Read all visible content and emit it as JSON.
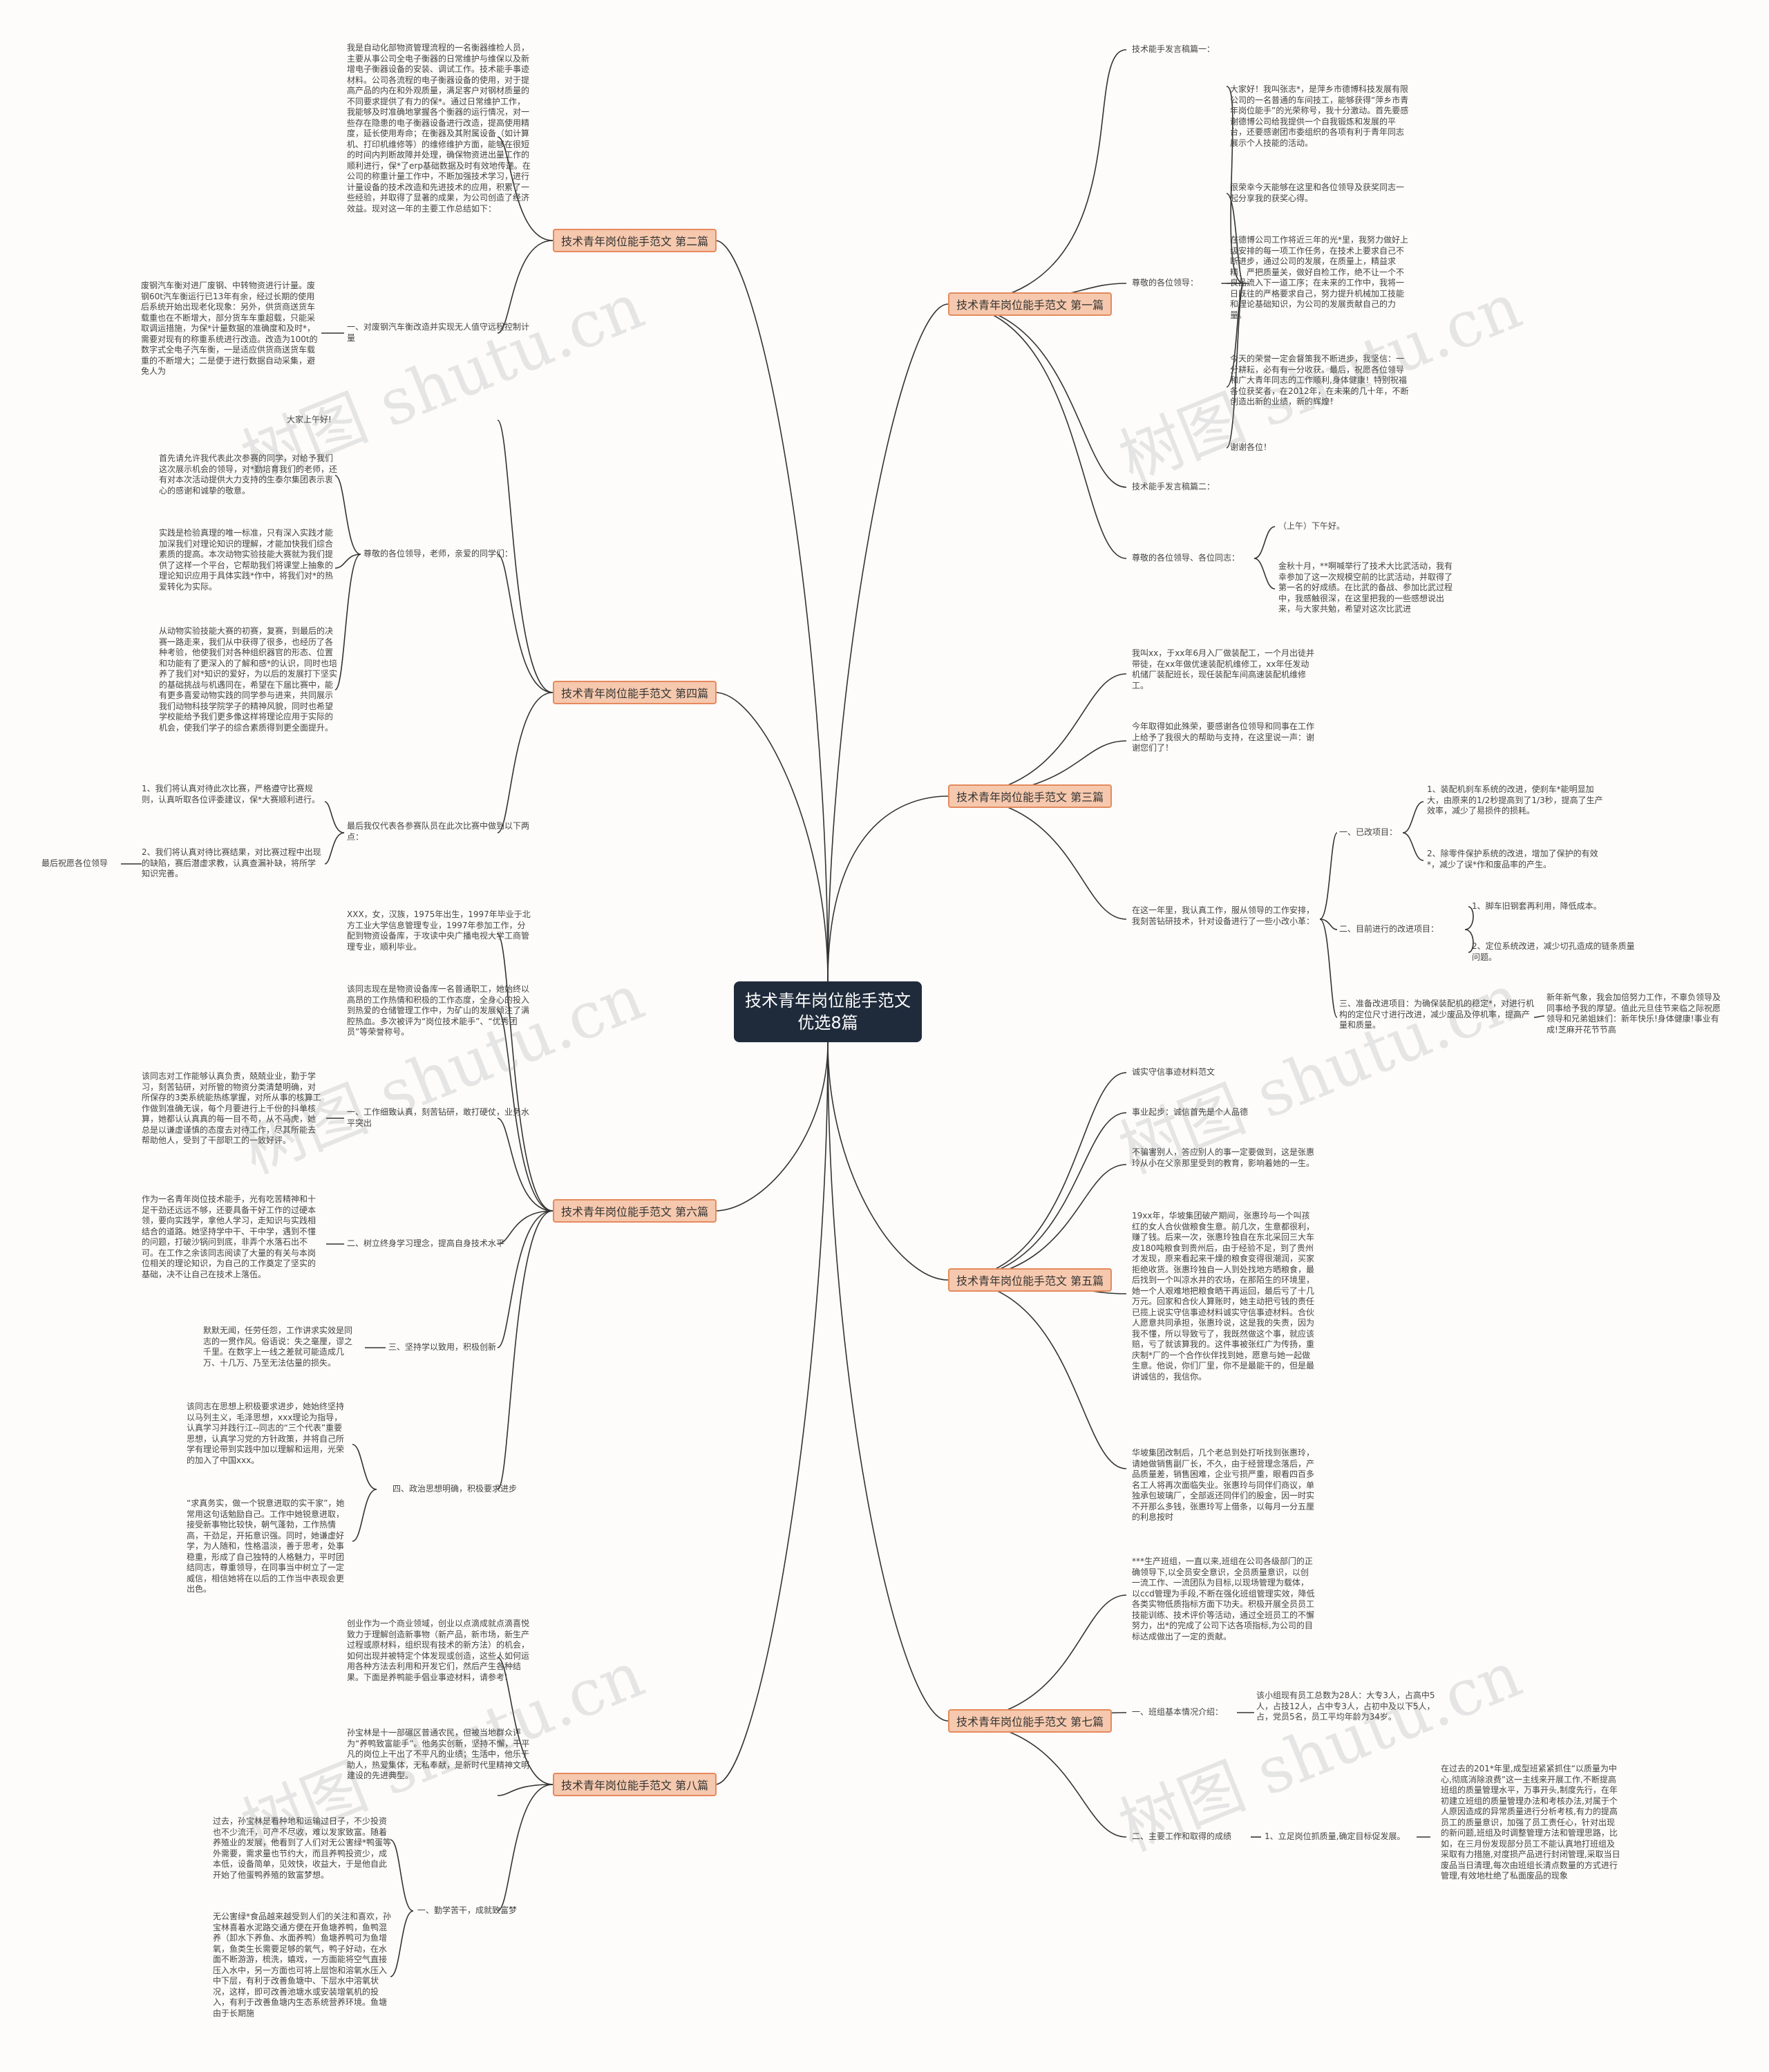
{
  "root": "技术青年岗位能手范文优选8篇",
  "watermark": "树图 shutu.cn",
  "colors": {
    "root_bg": "#1f2a3a",
    "branch_bg": "#f6c9ae",
    "branch_border": "#e58a5c",
    "line": "#333333"
  },
  "branches": {
    "b1": "技术青年岗位能手范文 第一篇",
    "b2": "技术青年岗位能手范文 第二篇",
    "b3": "技术青年岗位能手范文 第三篇",
    "b4": "技术青年岗位能手范文 第四篇",
    "b5": "技术青年岗位能手范文 第五篇",
    "b6": "技术青年岗位能手范文 第六篇",
    "b7": "技术青年岗位能手范文 第七篇",
    "b8": "技术青年岗位能手范文 第八篇"
  },
  "n1": {
    "a": "技术能手发言稿篇一：",
    "b": "尊敬的各位领导：",
    "b1": "大家好！我叫张志*，是萍乡市德博科技发展有限公司的一名普通的车间技工，能够获得“萍乡市青年岗位能手”的光荣称号，我十分激动。首先要感谢德博公司给我提供一个自我锻炼和发展的平台，还要感谢团市委组织的各项有利于青年同志展示个人技能的活动。",
    "b2": "很荣幸今天能够在这里和各位领导及获奖同志一起分享我的获奖心得。",
    "b3": "在德博公司工作将近三年的光*里，我努力做好上级安排的每一项工作任务，在技术上要求自己不断进步，通过公司的发展，在质量上，精益求精，严把质量关，做好自检工作，绝不让一个不良品流入下一道工序；在未来的工作中，我将一日既往的严格要求自己，努力提升机械加工技能和理论基础知识，为公司的发展贡献自己的力量。",
    "b4": "今天的荣誉一定会督策我不断进步，我坚信：一分耕耘，必有有一分收获。最后，祝愿各位领导和广大青年同志的工作顺利,身体健康！特别祝福各位获奖者，在2012年，在未来的几十年，不断创造出新的业绩，新的辉煌！",
    "b5": "谢谢各位！",
    "c": "技术能手发言稿篇二：",
    "d": "尊敬的各位领导、各位同志：",
    "d1": "（上午）下午好。",
    "d2": "金秋十月，**啊喊举行了技术大比武活动，我有幸参加了这一次规模空前的比武活动，并取得了第一名的好成绩。在比武的备战、参加比武过程中，我感触很深，在这里把我的一些感想说出来，与大家共勉，希望对这次比武进"
  },
  "n2": {
    "a": "我是自动化部物资管理流程的一名衡器维检人员，主要从事公司全电子衡器的日常维护与维保以及新增电子衡器设备的安装、调试工作。技术能手事迹材料。公司各流程的电子衡器设备的使用，对于提高产品的内在和外观质量，满足客户对钢材质量的不同要求提供了有力的保*。通过日常维护工作，我能够及时准确地掌握各个衡器的运行情况，对一些存在隐患的电子衡器设备进行改造，提高使用精度，延长使用寿命；在衡器及其附属设备（如计算机、打印机维修等）的维修维护方面，能够在很短的时间内判断故障并处理，确保物资进出量工作的顺利进行，保*了erp基础数据及时有效地传递。在公司的称重计量工作中，不断加强技术学习，进行计量设备的技术改造和先进技术的应用，积累了一些经验，并取得了显著的成果，为公司创造了经济效益。现对这一年的主要工作总结如下：",
    "b": "一、对废钢汽车衡改造并实现无人值守远程控制计量",
    "b1": "废钢汽车衡对进厂废钢、中转物资进行计量。废钢60t汽车衡运行已13年有余，经过长期的使用后系统开始出现老化现象：另外，供货商送货车载重也在不断增大，部分货车车重超载，只能采取调运措施，为保*计量数据的准确度和及时*，需要对现有的称重系统进行改造。改造为100t的数字式全电子汽车衡，一是适应供货商送货车载重的不断增大；二是便于进行数据自动采集，避免人为"
  },
  "n3": {
    "a": "我叫xx，于xx年6月入厂做装配工，一个月出徒并带徒，在xx年做优速装配机维修工，xx年任发动机储厂装配班长，现任装配车间高速装配机维修工。",
    "b": "今年取得如此殊荣，要感谢各位领导和同事在工作上给予了我很大的帮助与支持，在这里说一声：谢谢您们了！",
    "c": "在这一年里，我认真工作，服从领导的工作安排，我刻苦钻研技术，针对设备进行了一些小改小革：",
    "c1": "一、已改项目：",
    "c1a": "1、装配机刹车系统的改进，使刹车*能明显加大，由原来的1/2秒提高到了1/3秒，提高了生产效率，减少了易损件的损耗。",
    "c1b": "2、除零件保护系统的改进，增加了保护的有效*，减少了误*作和废品率的产生。",
    "c2": "二、目前进行的改进项目：",
    "c2a": "1、脚车旧钢套再利用，降低成本。",
    "c2b": "2、定位系统改进，减少切孔造成的链条质量问题。",
    "c3": "三、准备改进项目：为确保装配机的稳定*，对进行机构的定位尺寸进行改进，减少废品及停机率，提高产量和质量。",
    "c3a": "新年新气象，我会加倍努力工作，不辜负领导及同事给予我的厚望。值此元旦佳节来临之际祝愿领导和兄弟姐妹们：新年快乐!身体健康!事业有成!芝麻开花节节高"
  },
  "n4": {
    "a": "大家上午好!",
    "b": "尊敬的各位领导，老师，亲爱的同学们：",
    "b1": "首先请允许我代表此次参赛的同学，对给予我们这次展示机会的领导，对*勤培育我们的老师，还有对本次活动提供大力支持的生泰尔集团表示衷心的感谢和诚挚的敬意。",
    "b2": "实践是检验真理的唯一标准，只有深入实践才能加深我们对理论知识的理解，才能加快我们综合素质的提高。本次动物实验技能大赛就为我们提供了这样一个平台，它帮助我们将课堂上抽象的理论知识应用于具体实践*作中，将我们对*的热爱转化为实际。",
    "b3": "从动物实验技能大赛的初赛，复赛，到最后的决赛一路走来，我们从中获得了很多，也经历了各种考验，他使我们对各种组织器官的形态、位置和功能有了更深入的了解和感*的认识，同时也培养了我们对*知识的爱好，为以后的发展打下坚实的基础挑战与机遇同在，希望在下届比赛中，能有更多喜爱动物实践的同学参与进来，共同展示我们动物科技学院学子的精神风貌，同时也希望学校能给予我们更多像这样将理论应用于实际的机会，使我们学子的综合素质得到更全面提升。",
    "c": "最后我仅代表各参赛队员在此次比赛中做到以下两点：",
    "c1": "1、我们将认真对待此次比赛，严格遵守比赛规则，认真听取各位评委建议，保*大赛顺利进行。",
    "c2": "2、我们将认真对待比赛结果，对比赛过程中出现的缺陷，赛后潜虚求教，认真查漏补缺，将所学知识完善。",
    "d": "最后祝愿各位领导"
  },
  "n5": {
    "a": "诚实守信事迹材料范文",
    "b": "事业起步：诚信首先是个人品德",
    "c": "不骗害别人，答应别人的事一定要做到，这是张惠玲从小在父亲那里受到的教育，影响着她的一生。",
    "d": "19xx年，华坡集团破产期间，张惠玲与一个叫孩红的女人合伙做粮食生意。前几次，生意都很利，赚了钱。后来一次，张惠玲独自在东北采回三大车皮180吨粮食到贵州后，由于经验不足，到了贵州才发现，原来看起来干燥的粮食变得很潮润，买家拒绝收货。张惠玲独自一人到处找地方晒粮食，最后找到一个叫凉水井的农场，在那陌生的环境里，她一个人艰难地把粮食晒干再运回，最后亏了十几万元。回家和合伙人算账时，她主动把亏钱的责任已揽上说实守信事迹材料诚实守信事迹材料。合伙人愿意共同承担，张惠玲说，这是我的失责，因为我不懂，所以导致亏了，我既然做这个事，就应该赔，亏了就该算我的。这件事被张红广为传扬，重庆制*厂的一个合作伙伴找到她，愿意与她一起做生意。他说，你们厂里，你不是最能干的，但是最讲诚信的，我信你。",
    "e": "华坡集团改制后，几个老总到处打听找到张惠玲，请她做销售副厂长，不久，由于经营理念落后，产品质量差，销售困难，企业亏损严重，眼看四百多名工人将再次面临失业。张惠玲与同伴们商议，单独承包玻璃厂，全部返还同伴们的股金，因一时实不开那么多钱，张惠玲写上借条，以每月一分五厘的利息按时"
  },
  "n6": {
    "a": "XXX，女，汉族，1975年出生，1997年毕业于北方工业大学信息管理专业，1997年参加工作，分配到物资设备库，于攻读中央广播电视大学工商管理专业，顺利毕业。",
    "b": "该同志现在是物资设备库一名普通职工，她始终以高昂的工作热情和积极的工作态度，全身心的投入到热爱的仓储管理工作中，为矿山的发展倾注了满腔热血。多次被评为“岗位技术能手”、“优秀团员”等荣誉称号。",
    "c": "一、工作细致认真，刻苦钻研，敢打硬仗，业务水平突出",
    "c1": "该同志对工作能够认真负责，兢兢业业，勤于学习，刻苦钻研，对所管的物资分类清楚明确，对所保存的3类系统能热练掌握，对所从事的核算工作做到准确无误，每个月要进行上千份的抖单核算，她都认认真真的每一目不苟，从不马虎，她总是以谦虚谨慎的态度去对待工作，尽其所能去帮助他人，受到了干部职工的一致好评。",
    "d": "二、树立终身学习理念，提高自身技术水平",
    "d1": "作为一名青年岗位技术能手，光有吃苦精神和十足干劲还远远不够，还要具备干好工作的过硬本领，要向实践学，拿他人学习，走知识与实践相结合的道路。她坚持学中干、干中学，遇到不懂的问题，打破沙锅问到底，非弄个水落石出不可。在工作之余该同志阅读了大量的有关与本岗位相关的理论知识，为自己的工作奠定了坚实的基础，决不让自己在技术上落伍。",
    "e": "三、坚持学以致用，积极创新",
    "e1": "默默无闻，任劳任怨，工作讲求实效是同志的一贯作风。俗语说：失之毫厘，谬之千里。在数字上一线之差就可能造成几万、十几万、乃至无法估量的损失。",
    "f": "四、政治思想明确，积极要求进步",
    "f1": "该同志在思想上积极要求进步，她始终坚持以马列主义，毛泽思想，xxx理论为指导，认真学习并践行江--同志的“三个代表”重要思想，认真学习党的方针政策，并将自己所学有理论带到实践中加以理解和运用，光荣的加入了中国xxx。",
    "f2": "“求真务实，做一个锐意进取的实干家”，她常用这句话勉励自己。工作中她锐意进取，接受新事物比较快，朝气蓬勃，工作热情高，干劲足，开拓意识强。同时，她谦虚好学，为人随和，性格温淡，善于思考，处事稳重，形成了自己独特的人格魅力，平时团结同志，尊重领导，在同事当中树立了一定威信，相信她将在以后的工作当中表现会更出色。"
  },
  "n7": {
    "a": "***生产班组，一直以来,班组在公司各级部门的正确领导下,以全员安全意识，全员质量意识，以创一流工作、一流团队为目标,以现场管理为载体，以ccd管理为手段,不断在强化班组管理实效，降低各类实物低质指标方面下功夫。积极开展全员员工技能训练、技术评价等活动，通过全班员工的不懈努力，出*的完成了公司下达各项指标,为公司的目标达成做出了一定的贡献。",
    "b": "一、班组基本情况介绍：",
    "b1": "该小组现有员工总数为28人：大专3人，占高中5人，占技12人，占中专3人，占初中及以下5人，占，党员5名，员工平均年龄为34岁。",
    "c": "二、主要工作和取得的成绩",
    "c1": "1、立足岗位抓质量,确定目标促发展。",
    "c1a": "在过去的201*年里,成型班紧紧抓住“以质量为中心,彻底消除浪费”这一主线来开展工作,不断提高班组的质量管理水平，万事开头,制度先行，在年初建立班组的质量管理办法和考核办法,对属于个人原因造成的异常质量进行分析考核,有力的提高员工的质量意识，加强了员工责任心，针对出现的新问题,班组及时调整管理方法和管理思路，比如，在三月份发现部分员工不能认真地打班组及采取有力措施,对度损产品进行封闭管理,采取当日废品当日清理,每次由班组长清点数量的方式进行管理,有效地杜绝了私面废品的现象"
  },
  "n8": {
    "a": "创业作为一个商业领域，创业以点滴成就点滴喜悦致力于理解创造新事物（新产品，新市场，新生产过程或原材料，组织现有技术的新方法）的机会，如何出现并被特定个体发现或创造，这些人如何运用各种方法去利用和开发它们，然后产生各种结果。下面是养鸭能手倡业事迹材料，请参考!",
    "b": "孙宝林是十一部碾区普通农民，但被当地群众评为“养鸭致富能手”。他务实创新，坚持不懈，干平凡的岗位上干出了不平凡的业绩；生活中，他乐于助人，热爱集体，无私奉献，是新时代里精神文明建设的先进典型。",
    "c": "一、勤学苦干，成就致富梦",
    "c1": "过去，孙宝林是看种地和运输过日子，不少投资也不少流汗，可产不尽收，难以发家致富。随着养殖业的发展，他看到了人们对无公害绿*鸭蛋等外需要，需求量也节约大，而且养鸭投资少，成本低，设备简单，见效快，收益大，于是他自此开始了他蛋鸭养殖的致富梦想。",
    "c2": "无公害绿*食品越来越受到人们的关注和喜欢，孙宝林喜着水泥路交通方便在开鱼塘养鸭，鱼鸭混养（卸水下养鱼、水面养鸭）鱼塘养鸭可为鱼增氧，鱼类生长需要足够的氧气，鸭子好动，在水面不断游游，梳洗，嬉戏，一方面能将空气直接压入水中，另一方面也可将上层饱和溶氧水压入中下层，有利于改善鱼塘中、下层水中溶氧状况，这样，即可改善池塘水或安装增氧机的投入，有利于改善鱼塘内生态系统营养环境。鱼塘由于长期施"
  }
}
